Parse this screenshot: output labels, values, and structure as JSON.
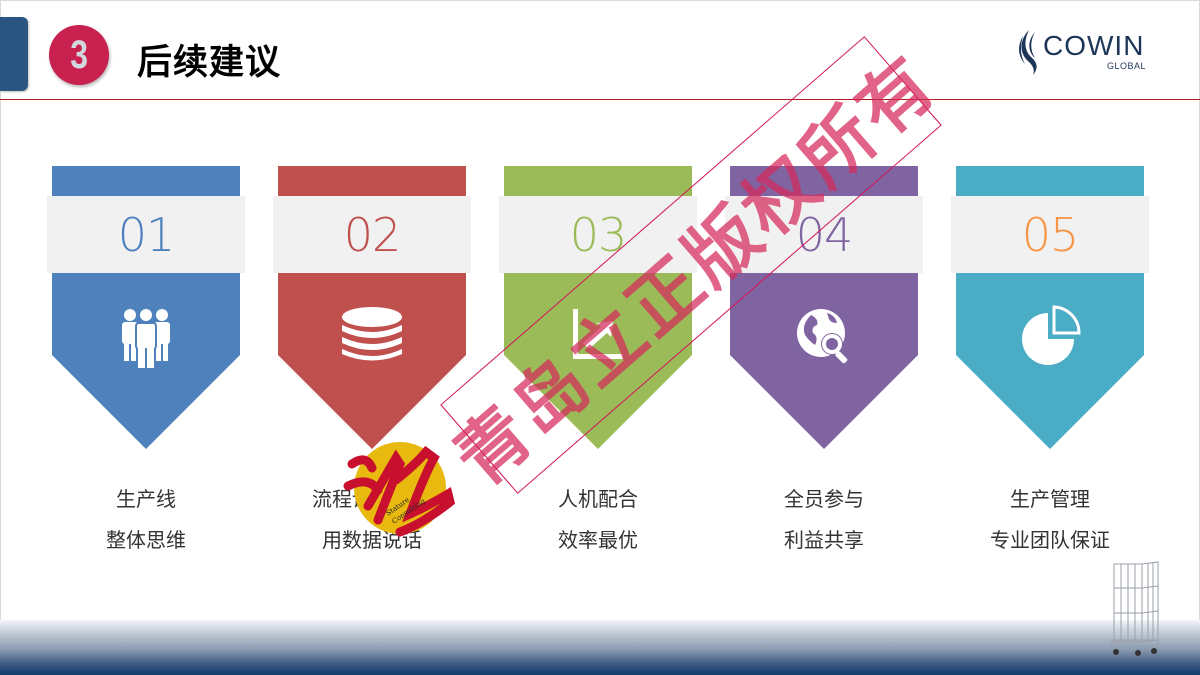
{
  "header": {
    "section_number": "3",
    "title": "后续建议",
    "logo": {
      "name": "COWIN",
      "sub": "GLOBAL"
    }
  },
  "colors": {
    "blue": "#4f81bd",
    "red": "#c0504d",
    "green": "#9bbb59",
    "purple": "#8064a2",
    "teal": "#4bacc6",
    "orange": "#f79646",
    "band": "#f1f1f2",
    "title_line": "#b21a1e",
    "badge": "#c9214f"
  },
  "cards": [
    {
      "number": "01",
      "icon": "people-icon",
      "lines": [
        "生产线",
        "整体思维"
      ]
    },
    {
      "number": "02",
      "icon": "database-icon",
      "lines": [
        "流程设计存在",
        "用数据说话"
      ]
    },
    {
      "number": "03",
      "icon": "chart-growth-icon",
      "lines": [
        "人机配合",
        "效率最优"
      ]
    },
    {
      "number": "04",
      "icon": "globe-search-icon",
      "lines": [
        "全员参与",
        "利益共享"
      ]
    },
    {
      "number": "05",
      "icon": "pie-chart-icon",
      "lines": [
        "生产管理",
        "专业团队保证"
      ]
    }
  ],
  "watermark": {
    "text": "青岛立正版权所有",
    "seal_text": "Stature Consulting"
  }
}
